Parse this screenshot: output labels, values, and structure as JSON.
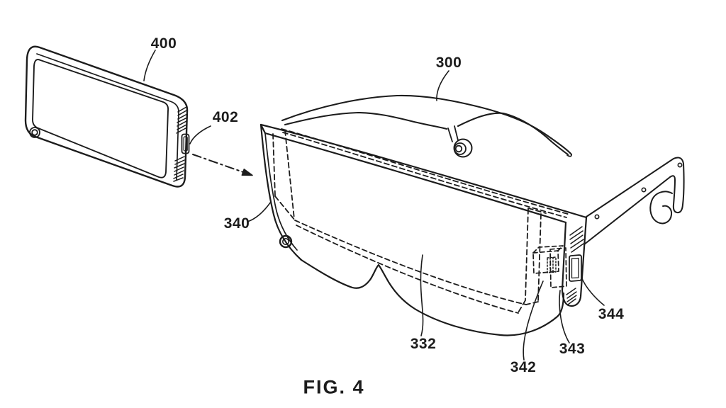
{
  "figure": {
    "caption": "FIG. 4",
    "labels": {
      "l400": "400",
      "l402": "402",
      "l300": "300",
      "l340": "340",
      "l332": "332",
      "l342": "342",
      "l343": "343",
      "l344": "344"
    },
    "parts": {
      "l400": "mobile-phone",
      "l402": "phone-connector",
      "l300": "head-mounted-device",
      "l340": "frame-front-edge",
      "l332": "front-cover",
      "l342": "internal-connector",
      "l343": "connector-receptacle",
      "l344": "external-port"
    },
    "colors": {
      "ink": "#1c1c1c",
      "background": "#ffffff"
    }
  }
}
